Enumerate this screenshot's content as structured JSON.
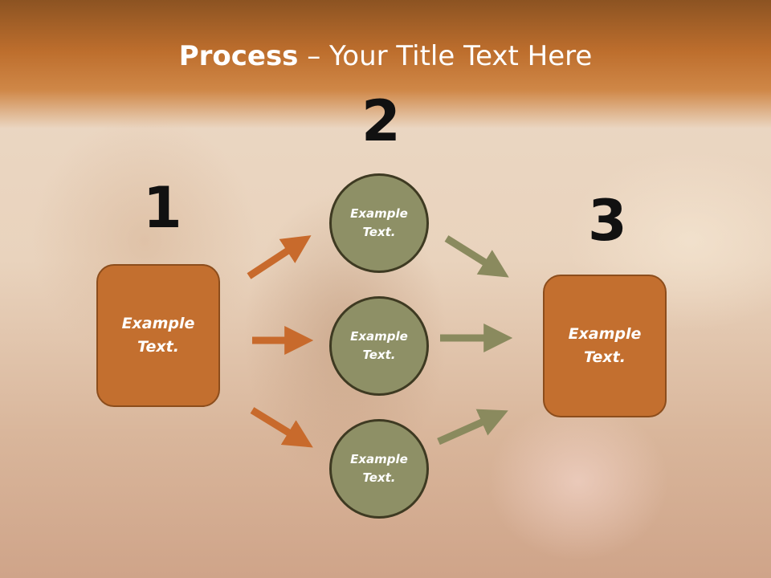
{
  "title": {
    "bold": "Process",
    "rest": " – Your Title Text Here"
  },
  "steps": {
    "step1": {
      "number": "1",
      "text": "Example\nText."
    },
    "step2": {
      "number": "2",
      "items": [
        {
          "text": "Example\nText."
        },
        {
          "text": "Example\nText."
        },
        {
          "text": "Example\nText."
        }
      ]
    },
    "step3": {
      "number": "3",
      "text": "Example\nText."
    }
  },
  "colors": {
    "orange": "#c36f2f",
    "olive": "#8e9066",
    "arrow_orange": "#c86a2c",
    "arrow_olive": "#8a8a5e"
  }
}
